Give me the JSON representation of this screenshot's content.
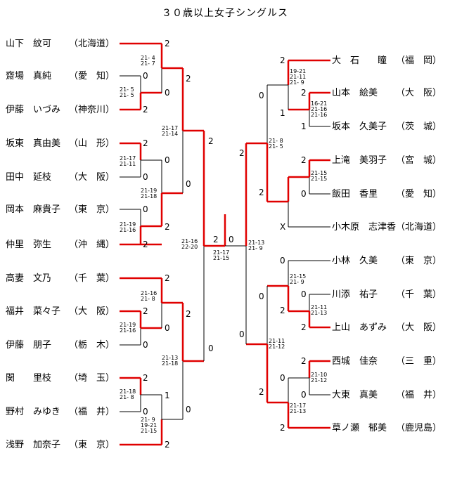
{
  "title": "３０歳以上女子シングルス",
  "left_players": [
    {
      "name": "山下　紋可",
      "pref": "（北海道）"
    },
    {
      "name": "齋場　真純",
      "pref": "（愛　知）"
    },
    {
      "name": "伊藤　いづみ",
      "pref": "（神奈川）"
    },
    {
      "name": "坂東　真由美",
      "pref": "（山　形）"
    },
    {
      "name": "田中　延枝",
      "pref": "（大　阪）"
    },
    {
      "name": "岡本　麻貴子",
      "pref": "（東　京）"
    },
    {
      "name": "仲里　弥生",
      "pref": "（沖　縄）"
    },
    {
      "name": "高妻　文乃",
      "pref": "（千　葉）"
    },
    {
      "name": "福井　菜々子",
      "pref": "（大　阪）"
    },
    {
      "name": "伊藤　朋子",
      "pref": "（栃　木）"
    },
    {
      "name": "関　　里枝",
      "pref": "（埼　玉）"
    },
    {
      "name": "野村　みゆき",
      "pref": "（福　井）"
    },
    {
      "name": "浅野　加奈子",
      "pref": "（東　京）"
    }
  ],
  "right_players": [
    {
      "name": "大　石　　瞳",
      "pref": "（福　岡）"
    },
    {
      "name": "山本　絵美",
      "pref": "（大　阪）"
    },
    {
      "name": "坂本　久美子",
      "pref": "（茨　城）"
    },
    {
      "name": "上滝　美羽子",
      "pref": "（宮　城）"
    },
    {
      "name": "飯田　香里",
      "pref": "（愛　知）"
    },
    {
      "name": "小木原　志津香",
      "pref": "（北海道）"
    },
    {
      "name": "小林　久美",
      "pref": "（東　京）"
    },
    {
      "name": "川添　祐子",
      "pref": "（千　葉）"
    },
    {
      "name": "上山　あずみ",
      "pref": "（大　阪）"
    },
    {
      "name": "西城　佳奈",
      "pref": "（三　重）"
    },
    {
      "name": "大東　真美",
      "pref": "（福　井）"
    },
    {
      "name": "草ノ瀬　郁美",
      "pref": "（鹿児島）"
    }
  ],
  "results": {
    "L1": [
      "2",
      "0",
      "2",
      "0",
      "2",
      "2",
      "0",
      "2",
      "2",
      "2",
      "0",
      "1",
      "0",
      "0",
      "2",
      "2",
      "0",
      "2",
      "0",
      "0",
      "2",
      "2"
    ],
    "R1": [
      "2",
      "0",
      "2",
      "1",
      "1",
      "2",
      "0",
      "2",
      "X",
      "0",
      "0",
      "2",
      "2",
      "2",
      "0",
      "0",
      "2",
      "2",
      "0",
      "2",
      "2"
    ]
  },
  "scores": {
    "l1": [
      "21- 4",
      "21- 7"
    ],
    "l2": [
      "21- 5",
      "21- 5"
    ],
    "l3": [
      "21-17",
      "21-14"
    ],
    "l4": [
      "21-17",
      "21-11"
    ],
    "l5": [
      "21-19",
      "21-18"
    ],
    "l6": [
      "21-19",
      "21-16"
    ],
    "l7": [
      "21-16",
      "22-20"
    ],
    "l8": [
      "21-16",
      "21- 8"
    ],
    "l9": [
      "21-19",
      "21-16"
    ],
    "l10": [
      "21-13",
      "21-18"
    ],
    "l11": [
      "21-18",
      "21- 8"
    ],
    "l12": [
      "21- 9",
      "19-21",
      "21-15"
    ],
    "final": [
      "21-17",
      "21-15"
    ],
    "r1": [
      "19-21",
      "21-11",
      "21- 9"
    ],
    "r2": [
      "16-21",
      "21-16",
      "21-16"
    ],
    "r3": [
      "21- 8",
      "21- 5"
    ],
    "r4": [
      "21-15",
      "21-15"
    ],
    "r5": [
      "21-13",
      "21- 9"
    ],
    "r6": [
      "21-15",
      "21- 9"
    ],
    "r7": [
      "21-11",
      "21-13"
    ],
    "r8": [
      "21-11",
      "21-12"
    ],
    "r9": [
      "21-10",
      "21-12"
    ],
    "r10": [
      "21-17",
      "21-13"
    ]
  },
  "colors": {
    "winner_line": "#e00000",
    "loser_line": "#000000"
  }
}
